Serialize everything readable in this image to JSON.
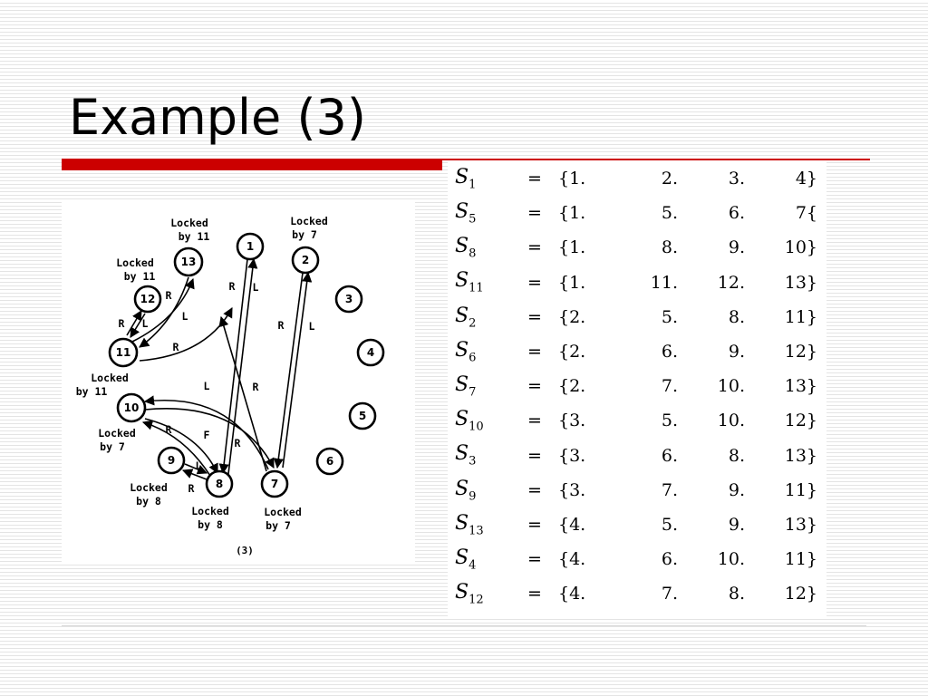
{
  "slide": {
    "title": "Example (3)"
  },
  "diagram": {
    "caption": "(3)",
    "nodes": [
      {
        "id": "n1",
        "label": "1"
      },
      {
        "id": "n2",
        "label": "2"
      },
      {
        "id": "n3",
        "label": "3"
      },
      {
        "id": "n4",
        "label": "4"
      },
      {
        "id": "n5",
        "label": "5"
      },
      {
        "id": "n6",
        "label": "6"
      },
      {
        "id": "n7",
        "label": "7"
      },
      {
        "id": "n8",
        "label": "8"
      },
      {
        "id": "n9",
        "label": "9"
      },
      {
        "id": "n10",
        "label": "10"
      },
      {
        "id": "n11",
        "label": "11"
      },
      {
        "id": "n12",
        "label": "12"
      },
      {
        "id": "n13",
        "label": "13"
      }
    ],
    "lock_labels": [
      {
        "line1": "Locked",
        "line2": "by 11"
      },
      {
        "line1": "Locked",
        "line2": "by 7"
      },
      {
        "line1": "Locked",
        "line2": "by 11"
      },
      {
        "line1": "Locked",
        "line2": "by 11"
      },
      {
        "line1": "Locked",
        "line2": "by 7"
      },
      {
        "line1": "Locked",
        "line2": "by 8"
      },
      {
        "line1": "Locked",
        "line2": "by 8"
      },
      {
        "line1": "Locked",
        "line2": "by 7"
      }
    ],
    "edge_labels": [
      "R",
      "L",
      "R",
      "L",
      "R",
      "L",
      "R",
      "L",
      "R",
      "L",
      "R",
      "R",
      "F",
      "R",
      "L",
      "R"
    ]
  },
  "sets": {
    "rows": [
      {
        "name": "S",
        "sub": "1",
        "eq": "=",
        "a": "{1.",
        "b": "2.",
        "c": "3.",
        "d": "4}"
      },
      {
        "name": "S",
        "sub": "5",
        "eq": "=",
        "a": "{1.",
        "b": "5.",
        "c": "6.",
        "d": "7{"
      },
      {
        "name": "S",
        "sub": "8",
        "eq": "=",
        "a": "{1.",
        "b": "8.",
        "c": "9.",
        "d": "10}"
      },
      {
        "name": "S",
        "sub": "11",
        "eq": "=",
        "a": "{1.",
        "b": "11.",
        "c": "12.",
        "d": "13}"
      },
      {
        "name": "S",
        "sub": "2",
        "eq": "=",
        "a": "{2.",
        "b": "5.",
        "c": "8.",
        "d": "11}"
      },
      {
        "name": "S",
        "sub": "6",
        "eq": "=",
        "a": "{2.",
        "b": "6.",
        "c": "9.",
        "d": "12}"
      },
      {
        "name": "S",
        "sub": "7",
        "eq": "=",
        "a": "{2.",
        "b": "7.",
        "c": "10.",
        "d": "13}"
      },
      {
        "name": "S",
        "sub": "10",
        "eq": "=",
        "a": "{3.",
        "b": "5.",
        "c": "10.",
        "d": "12}"
      },
      {
        "name": "S",
        "sub": "3",
        "eq": "=",
        "a": "{3.",
        "b": "6.",
        "c": "8.",
        "d": "13}"
      },
      {
        "name": "S",
        "sub": "9",
        "eq": "=",
        "a": "{3.",
        "b": "7.",
        "c": "9.",
        "d": "11}"
      },
      {
        "name": "S",
        "sub": "13",
        "eq": "=",
        "a": "{4.",
        "b": "5.",
        "c": "9.",
        "d": "13}"
      },
      {
        "name": "S",
        "sub": "4",
        "eq": "=",
        "a": "{4.",
        "b": "6.",
        "c": "10.",
        "d": "11}"
      },
      {
        "name": "S",
        "sub": "12",
        "eq": "=",
        "a": "{4.",
        "b": "7.",
        "c": "8.",
        "d": "12}"
      }
    ]
  }
}
